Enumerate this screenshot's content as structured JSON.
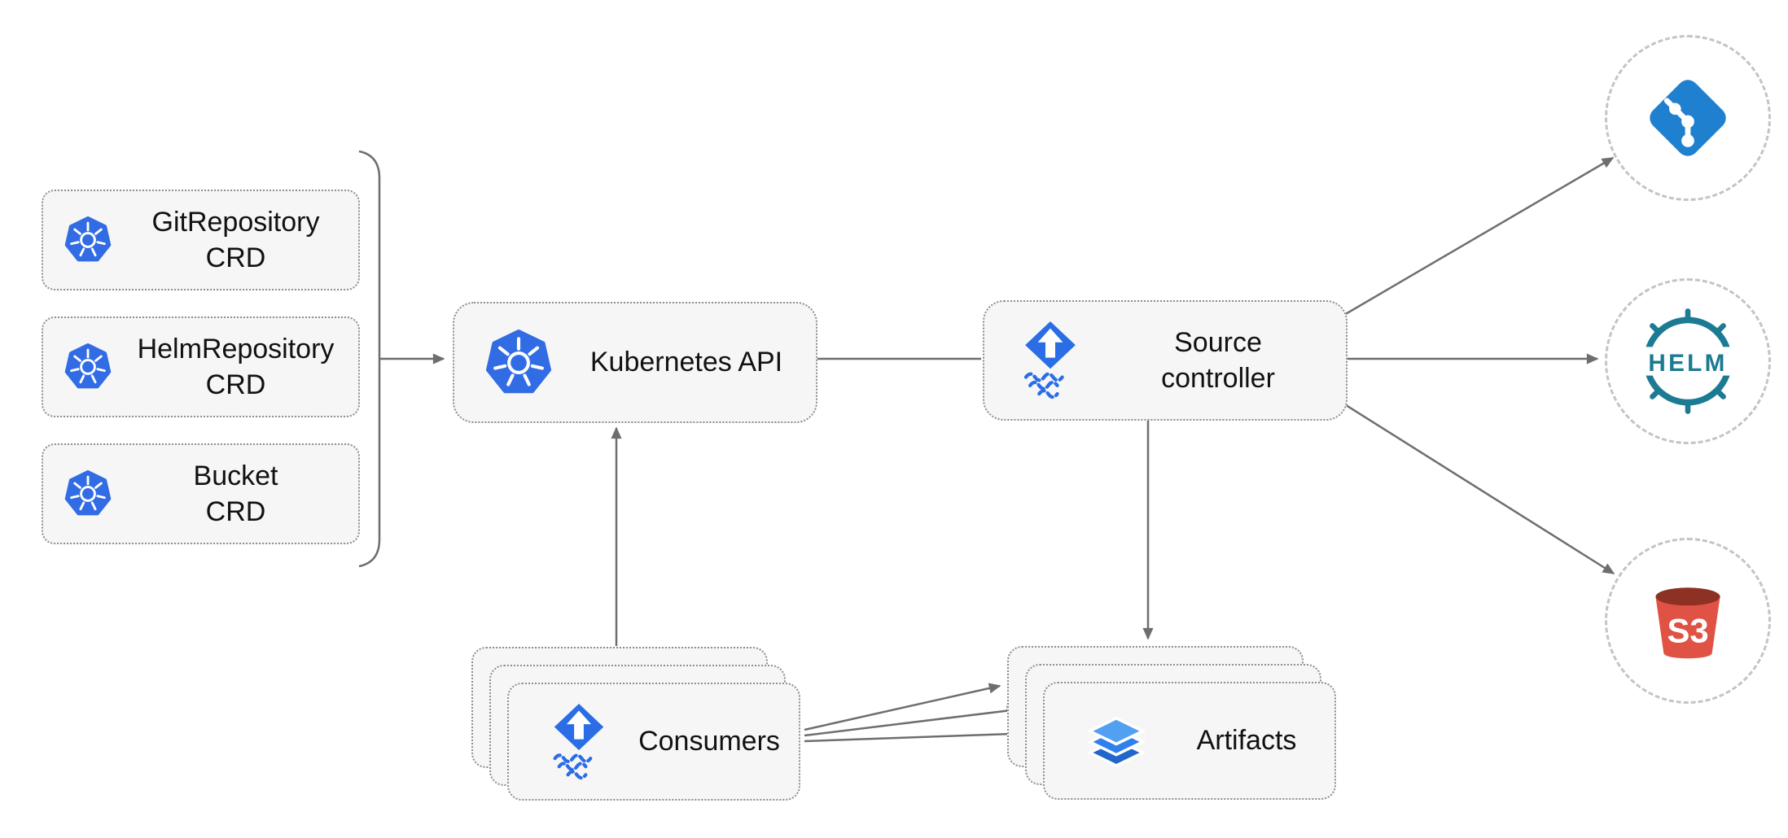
{
  "nodes": {
    "git_repository_crd": {
      "line1": "GitRepository",
      "line2": "CRD"
    },
    "helm_repository_crd": {
      "line1": "HelmRepository",
      "line2": "CRD"
    },
    "bucket_crd": {
      "line1": "Bucket",
      "line2": "CRD"
    },
    "kubernetes_api": {
      "label": "Kubernetes API"
    },
    "source_controller": {
      "line1": "Source",
      "line2": "controller"
    },
    "consumers": {
      "label": "Consumers"
    },
    "artifacts": {
      "label": "Artifacts"
    }
  },
  "external_systems": {
    "git": {
      "icon": "git-icon"
    },
    "helm": {
      "icon": "helm-icon",
      "label": "HELM"
    },
    "s3": {
      "icon": "s3-bucket-icon",
      "label": "S3"
    }
  },
  "edges": [
    {
      "from": "crd-group",
      "to": "kubernetes_api"
    },
    {
      "from": "source_controller",
      "to": "kubernetes_api"
    },
    {
      "from": "source_controller",
      "to": "git"
    },
    {
      "from": "source_controller",
      "to": "helm"
    },
    {
      "from": "source_controller",
      "to": "s3"
    },
    {
      "from": "source_controller",
      "to": "artifacts"
    },
    {
      "from": "consumers",
      "to": "kubernetes_api"
    },
    {
      "from": "consumers",
      "to": "artifacts"
    },
    {
      "from": "consumers",
      "to": "artifacts"
    },
    {
      "from": "consumers",
      "to": "artifacts"
    }
  ],
  "colors": {
    "background": "#FFFFFF",
    "kubernetes_blue": "#326CE5",
    "flux_blue": "#2B6DE4",
    "git_blue": "#2080D0",
    "helm_teal": "#1C7B93",
    "s3_red": "#E05243",
    "s3_red_dark": "#8C3123",
    "layers_blue_top": "#52A0F2",
    "layers_blue_mid": "#2F80ED",
    "layers_blue_bottom": "#2366C9",
    "box_fill": "#F6F6F6",
    "box_border": "#8F8F8F",
    "circle_border": "#C4C4C4",
    "arrow": "#6E6E6E",
    "text": "#111111"
  }
}
